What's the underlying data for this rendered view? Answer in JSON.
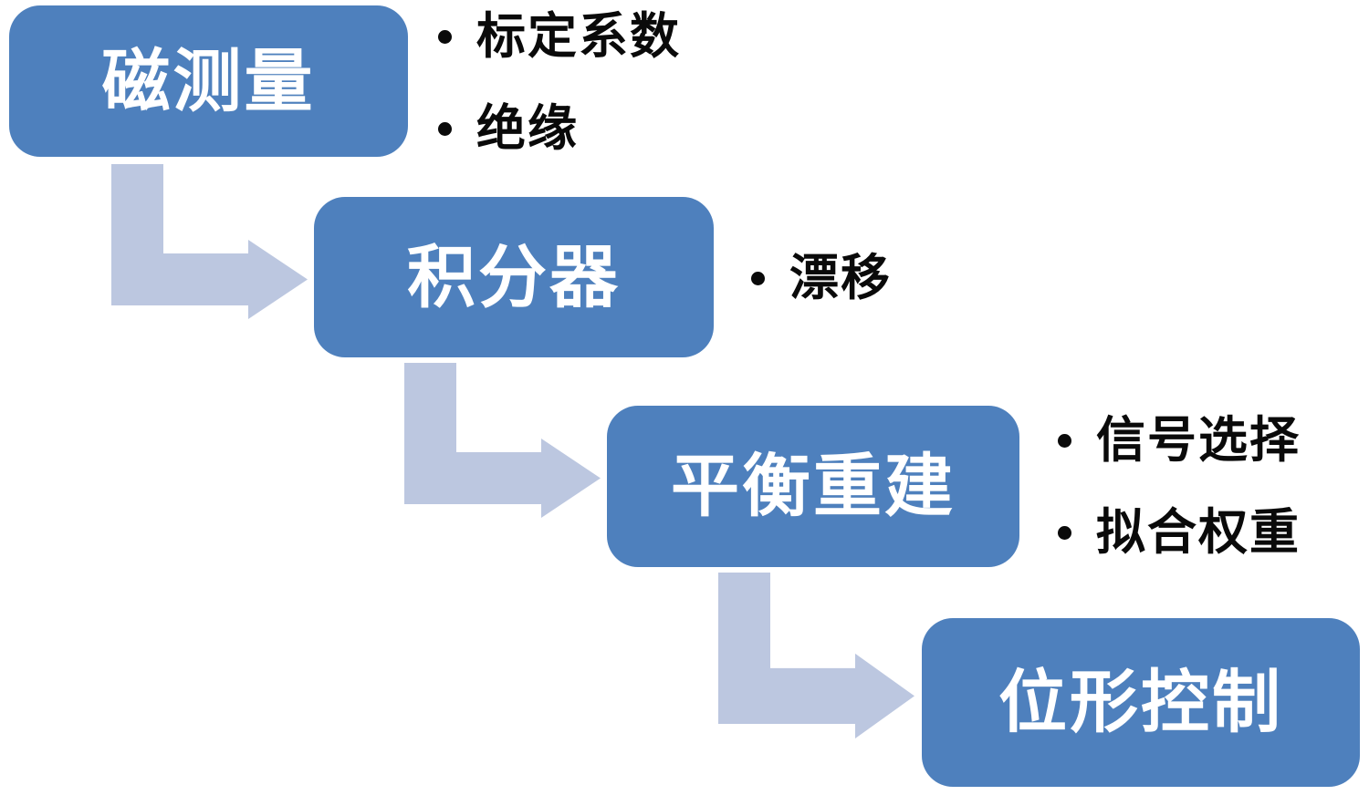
{
  "diagram": {
    "type": "flowchart",
    "background_color": "#ffffff",
    "box_color": "#4e80bd",
    "box_text_color": "#ffffff",
    "arrow_color": "#bcc7e0",
    "bullet_text_color": "#0a0a0a",
    "steps": [
      {
        "label": "磁测量",
        "bullets": [
          "标定系数",
          "绝缘"
        ]
      },
      {
        "label": "积分器",
        "bullets": [
          "漂移"
        ]
      },
      {
        "label": "平衡重建",
        "bullets": [
          "信号选择",
          "拟合权重"
        ]
      },
      {
        "label": "位形控制",
        "bullets": []
      }
    ],
    "flow_order": "磁测量 → 积分器 → 平衡重建 → 位形控制"
  }
}
